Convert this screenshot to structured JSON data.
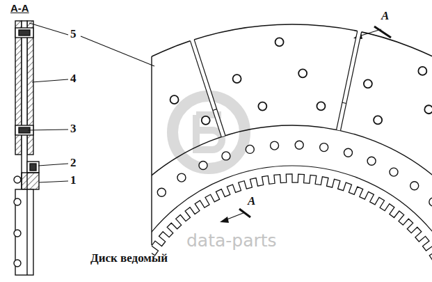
{
  "diagram": {
    "caption": "Диск ведомый",
    "labels": [
      "А-А",
      "5",
      "4",
      "3",
      "2",
      "1",
      "А",
      "А",
      "data-parts"
    ]
  }
}
